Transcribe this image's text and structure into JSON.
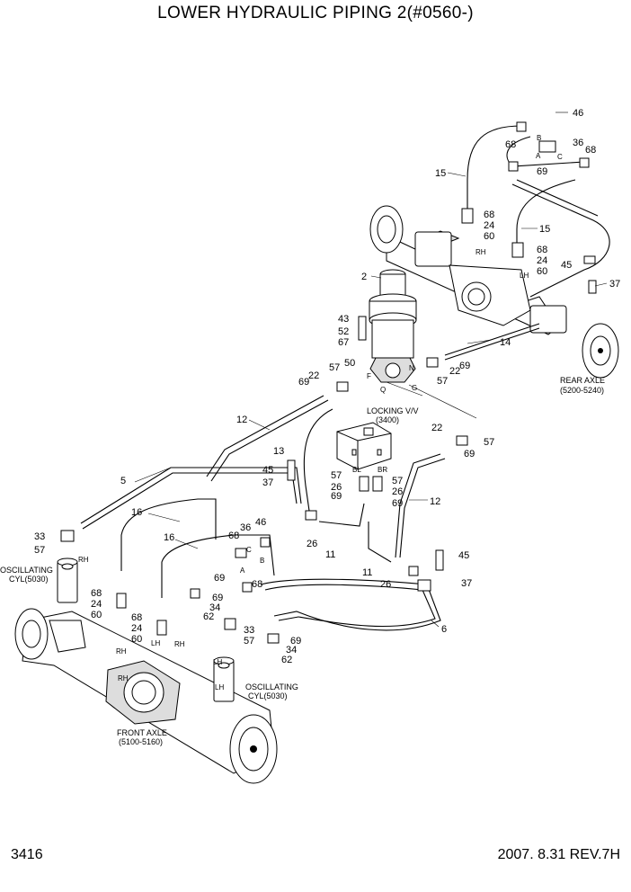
{
  "title": "LOWER HYDRAULIC PIPING 2(#0560-)",
  "page_number": "3416",
  "revision": "2007. 8.31  REV.7H",
  "components": {
    "rear_axle": "REAR AXLE",
    "rear_axle_range": "(5200-5240)",
    "front_axle": "FRONT AXLE",
    "front_axle_range": "(5100-5160)",
    "locking_valve": "LOCKING V/V",
    "locking_valve_ref": "(3400)",
    "osc_cyl_left": "OSCILLATING",
    "osc_cyl_left_ref": "CYL(5030)",
    "osc_cyl_right": "OSCILLATING",
    "osc_cyl_right_ref": "CYL(5030)"
  },
  "ports": {
    "B": "B",
    "C": "C",
    "A": "A",
    "RH": "RH",
    "LH": "LH",
    "F": "F",
    "N": "N",
    "Q": "Q",
    "G": "G",
    "BL": "BL",
    "BR": "BR"
  },
  "callouts": [
    "46",
    "68",
    "36",
    "68",
    "15",
    "69",
    "68",
    "24",
    "60",
    "15",
    "68",
    "24",
    "60",
    "45",
    "37",
    "2",
    "43",
    "52",
    "67",
    "14",
    "50",
    "22",
    "57",
    "69",
    "22",
    "57",
    "69",
    "12",
    "22",
    "69",
    "57",
    "13",
    "45",
    "37",
    "57",
    "26",
    "69",
    "57",
    "26",
    "69",
    "12",
    "5",
    "16",
    "16",
    "68",
    "36",
    "46",
    "69",
    "68",
    "26",
    "11",
    "11",
    "26",
    "45",
    "37",
    "6",
    "33",
    "57",
    "68",
    "24",
    "60",
    "68",
    "24",
    "60",
    "69",
    "34",
    "62",
    "33",
    "57",
    "69",
    "34",
    "62"
  ]
}
